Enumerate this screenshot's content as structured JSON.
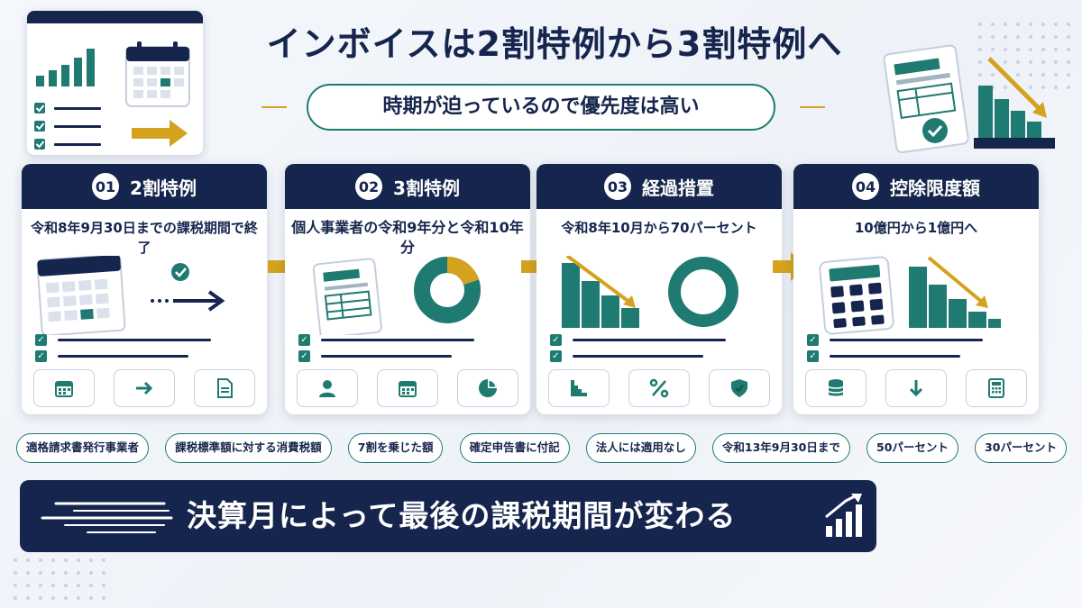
{
  "title": "インボイスは2割特例から3割特例へ",
  "subtitle": "時期が迫っているので優先度は高い",
  "steps": [
    {
      "number": "01",
      "label": "2割特例",
      "desc": "令和8年9月30日までの課税期間で終了"
    },
    {
      "number": "02",
      "label": "3割特例",
      "desc": "個人事業者の令和9年分と令和10年分"
    },
    {
      "number": "03",
      "label": "経過措置",
      "desc": "令和8年10月から70パーセント"
    },
    {
      "number": "04",
      "label": "控除限度額",
      "desc": "10億円から1億円へ"
    }
  ],
  "chips": [
    "適格請求書発行事業者",
    "課税標準額に対する消費税額",
    "7割を乗じた額",
    "確定申告書に付記",
    "法人には適用なし",
    "令和13年9月30日まで",
    "50パーセント",
    "30パーセント"
  ],
  "banner": "決算月によって最後の課税期間が変わる",
  "colors": {
    "navy": "#16254d",
    "teal": "#1f7a72",
    "gold": "#d4a21f"
  },
  "icons": {
    "step1": [
      "calendar-icon",
      "arrow-right-icon",
      "document-icon"
    ],
    "step2": [
      "person-icon",
      "calendar-icon",
      "pie-icon"
    ],
    "step3": [
      "stairs-icon",
      "percent-icon",
      "shield-icon"
    ],
    "step4": [
      "database-icon",
      "arrow-down-icon",
      "calculator-icon"
    ]
  }
}
